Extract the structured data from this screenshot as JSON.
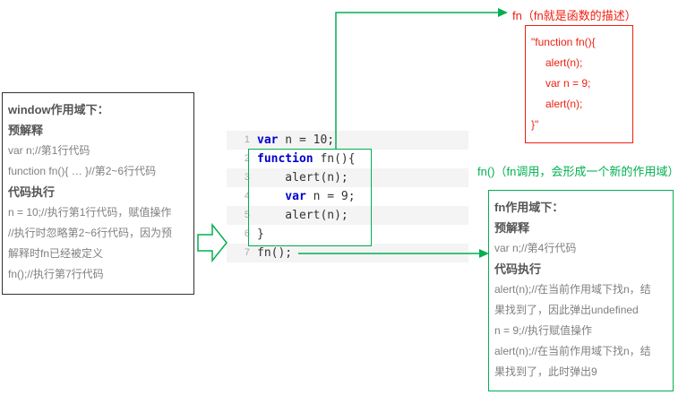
{
  "colors": {
    "green": "#00b050",
    "red": "#f02011",
    "keyword_blue": "#0000cc",
    "code_text": "#333333",
    "line_number_gray": "#aaaaaa",
    "scope_heading": "#555555",
    "scope_body": "#808080",
    "window_box_border": "#333333",
    "row_stripe": "#f4f4f4"
  },
  "window_scope_box": {
    "lines": [
      "window作用域下：",
      "预解释",
      "var n;//第1行代码",
      "function fn(){ … }//第2~6行代码",
      "代码执行",
      "n = 10;//执行第1行代码，赋值操作",
      "//执行时忽略第2~6行代码，因为预",
      "解释时fn已经被定义",
      "fn();//执行第7行代码"
    ]
  },
  "code_editor": {
    "lines": [
      {
        "num": "1",
        "kw": "var",
        "rest": " n = 10;"
      },
      {
        "num": "2",
        "kw": "function",
        "rest": " fn(){"
      },
      {
        "num": "3",
        "kw": "",
        "rest": "    alert(n);"
      },
      {
        "num": "4",
        "kw": "    var",
        "rest": " n = 9;"
      },
      {
        "num": "5",
        "kw": "",
        "rest": "    alert(n);"
      },
      {
        "num": "6",
        "kw": "",
        "rest": "}"
      },
      {
        "num": "7",
        "kw": "",
        "rest": "fn();"
      }
    ]
  },
  "fn_description": {
    "label": "fn（fn就是函数的描述）",
    "code_lines": [
      "\"function fn(){",
      "alert(n);",
      "var n = 9;",
      "alert(n);",
      "}\""
    ]
  },
  "fn_call": {
    "label": "fn()（fn调用，会形成一个新的作用域）"
  },
  "fn_scope_box": {
    "lines": [
      "fn作用域下：",
      "预解释",
      "var n;//第4行代码",
      "代码执行",
      "alert(n);//在当前作用域下找n，结",
      "果找到了，因此弹出undefined",
      "n = 9;//执行赋值操作",
      "alert(n);//在当前作用域下找n，结",
      "果找到了，此时弹出9"
    ]
  }
}
